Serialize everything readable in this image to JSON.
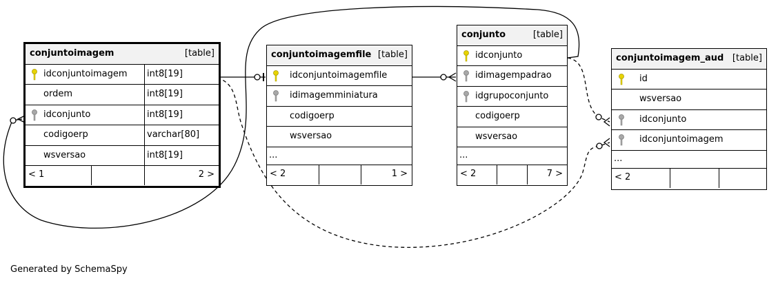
{
  "colors": {
    "primary_key": "#e8d400",
    "foreign_key": "#a8a8a8",
    "header_bg": "#f2f2f2"
  },
  "tables": {
    "conjuntoimagem": {
      "name": "conjuntoimagem",
      "tag": "[table]",
      "columns": [
        {
          "name": "idconjuntoimagem",
          "type": "int8[19]",
          "icon": "primary-key-icon"
        },
        {
          "name": "ordem",
          "type": "int8[19]",
          "icon": ""
        },
        {
          "name": "idconjunto",
          "type": "int8[19]",
          "icon": "foreign-key-icon"
        },
        {
          "name": "codigoerp",
          "type": "varchar[80]",
          "icon": ""
        },
        {
          "name": "wsversao",
          "type": "int8[19]",
          "icon": ""
        }
      ],
      "footer": {
        "left": "< 1",
        "right": "2 >"
      }
    },
    "conjuntoimagemfile": {
      "name": "conjuntoimagemfile",
      "tag": "[table]",
      "columns": [
        {
          "name": "idconjuntoimagemfile",
          "icon": "primary-key-icon"
        },
        {
          "name": "idimagemminiatura",
          "icon": "foreign-key-icon"
        },
        {
          "name": "codigoerp",
          "icon": ""
        },
        {
          "name": "wsversao",
          "icon": ""
        }
      ],
      "ellipsis": "...",
      "footer": {
        "left": "< 2",
        "right": "1 >"
      }
    },
    "conjunto": {
      "name": "conjunto",
      "tag": "[table]",
      "columns": [
        {
          "name": "idconjunto",
          "icon": "primary-key-icon"
        },
        {
          "name": "idimagempadrao",
          "icon": "foreign-key-icon"
        },
        {
          "name": "idgrupoconjunto",
          "icon": "foreign-key-icon"
        },
        {
          "name": "codigoerp",
          "icon": ""
        },
        {
          "name": "wsversao",
          "icon": ""
        }
      ],
      "ellipsis": "...",
      "footer": {
        "left": "< 2",
        "right": "7 >"
      }
    },
    "conjuntoimagem_aud": {
      "name": "conjuntoimagem_aud",
      "tag": "[table]",
      "columns": [
        {
          "name": "id",
          "icon": "primary-key-icon"
        },
        {
          "name": "wsversao",
          "icon": ""
        },
        {
          "name": "idconjunto",
          "icon": "foreign-key-icon"
        },
        {
          "name": "idconjuntoimagem",
          "icon": "foreign-key-icon"
        }
      ],
      "ellipsis": "...",
      "footer": {
        "left": "< 2",
        "right": ""
      }
    }
  },
  "footer_text": "Generated by SchemaSpy"
}
